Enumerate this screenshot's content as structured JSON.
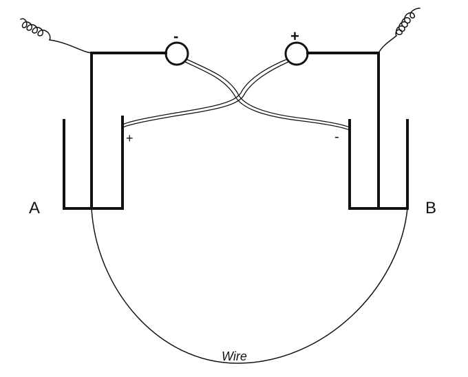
{
  "labels": {
    "vessel_a": "A",
    "vessel_b": "B",
    "wire": "Wire",
    "left_terminal_sign": "-",
    "right_terminal_sign": "+",
    "left_plate_sign": "+",
    "right_plate_sign": "-"
  },
  "colors": {
    "ink": "#111111",
    "background": "#ffffff"
  }
}
